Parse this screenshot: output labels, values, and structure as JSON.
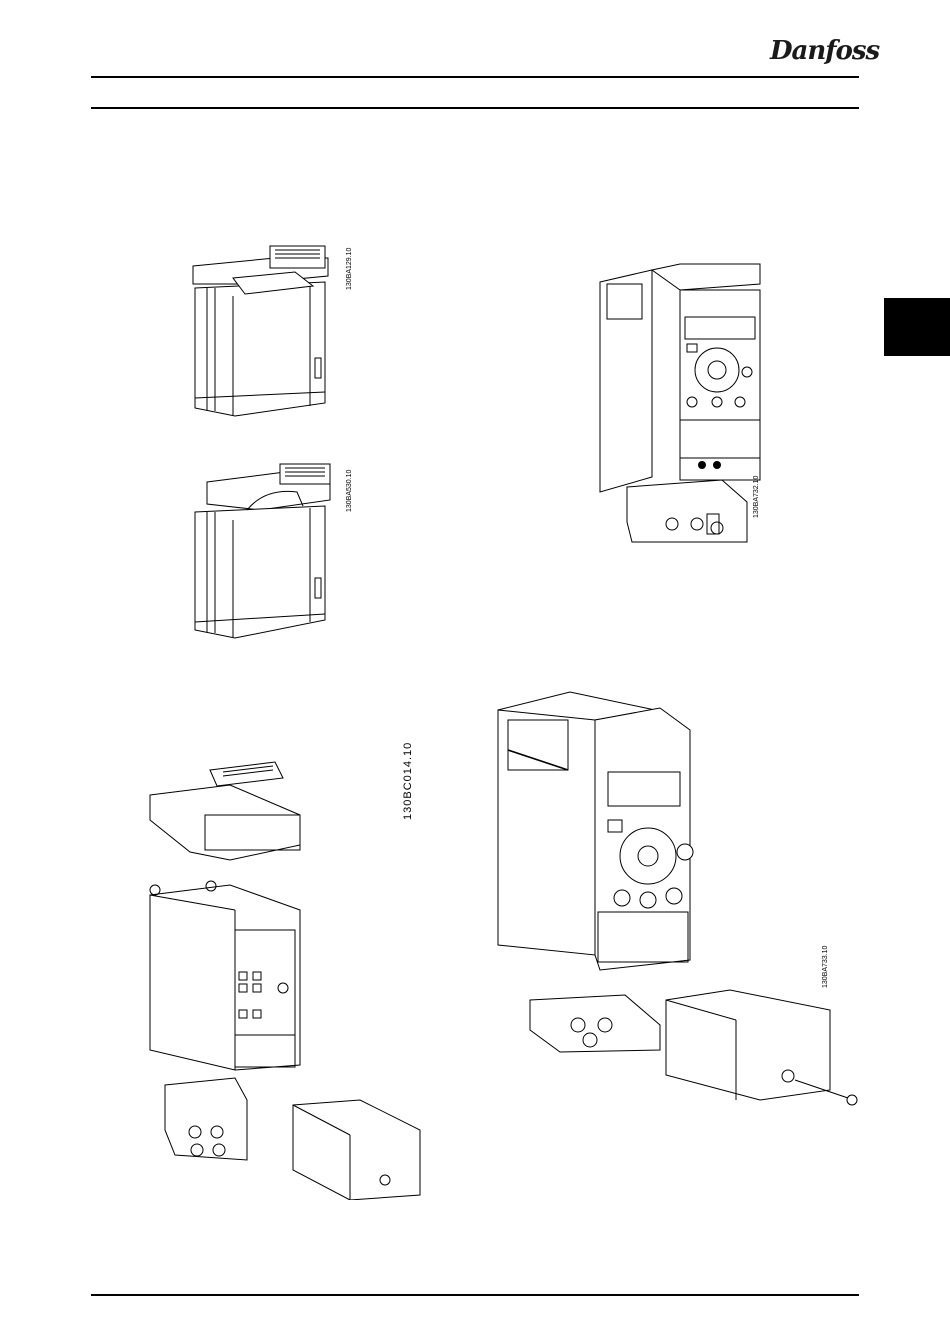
{
  "header": {
    "brand": "Danfoss"
  },
  "figures": [
    {
      "code": "130BA129.10"
    },
    {
      "code": "130BA530.10"
    },
    {
      "code": "130BA732.10"
    },
    {
      "code": "130BC014.10"
    },
    {
      "code": "130BA733.10"
    }
  ]
}
